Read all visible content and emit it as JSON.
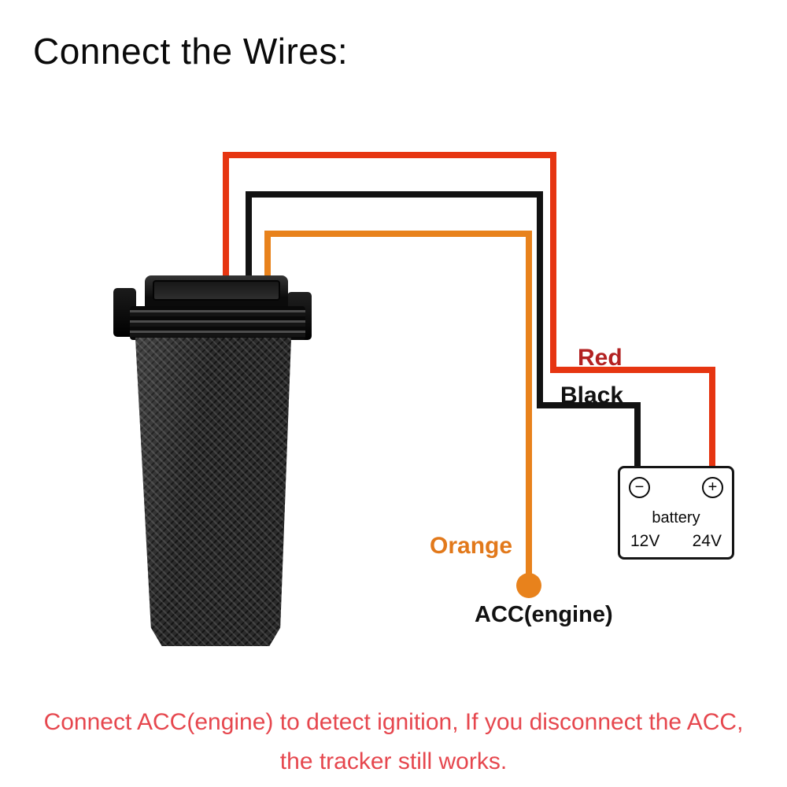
{
  "title": "Connect the Wires:",
  "labels": {
    "red": "Red",
    "black": "Black",
    "orange": "Orange",
    "acc": "ACC(engine)"
  },
  "battery": {
    "name": "battery",
    "minus_sign": "−",
    "plus_sign": "+",
    "left_voltage": "12V",
    "right_voltage": "24V"
  },
  "footer": {
    "line1": "Connect ACC(engine) to detect ignition, If you disconnect the ACC,",
    "line2": "the tracker still works."
  },
  "colors": {
    "red_wire": "#e63511",
    "black_wire": "#121212",
    "orange_wire": "#e8821c",
    "red_label": "#b32222",
    "black_label": "#111111",
    "orange_label": "#e2791b",
    "acc_label": "#111111",
    "footer_text": "#e6474e"
  }
}
